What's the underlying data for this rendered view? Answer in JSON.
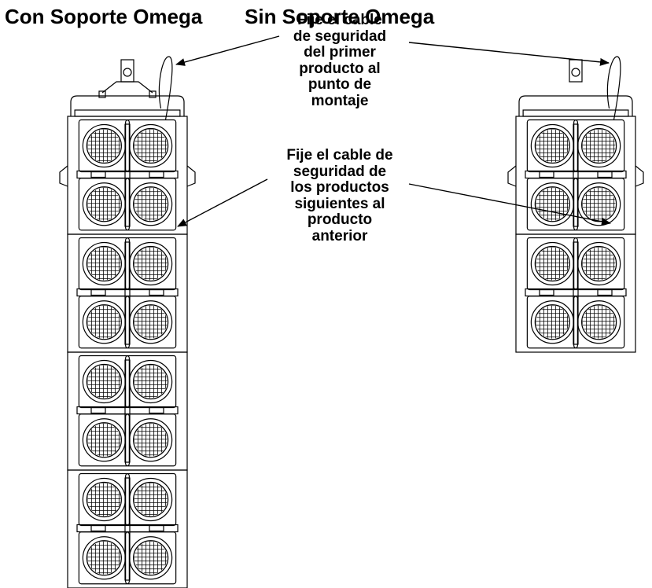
{
  "titles": {
    "left": "Con Soporte Omega",
    "right": "Sin Soporte Omega"
  },
  "callouts": {
    "first": "Fije el cable\nde seguridad\ndel primer\nproducto al\npunto de\nmontaje",
    "next": "Fije el cable de\nseguridad de\nlos productos\nsiguientes al\nproducto\nanterior"
  },
  "stacks": {
    "left": {
      "fixtures": 4,
      "with_omega_bracket": true
    },
    "right": {
      "fixtures": 2,
      "with_omega_bracket": false
    }
  }
}
